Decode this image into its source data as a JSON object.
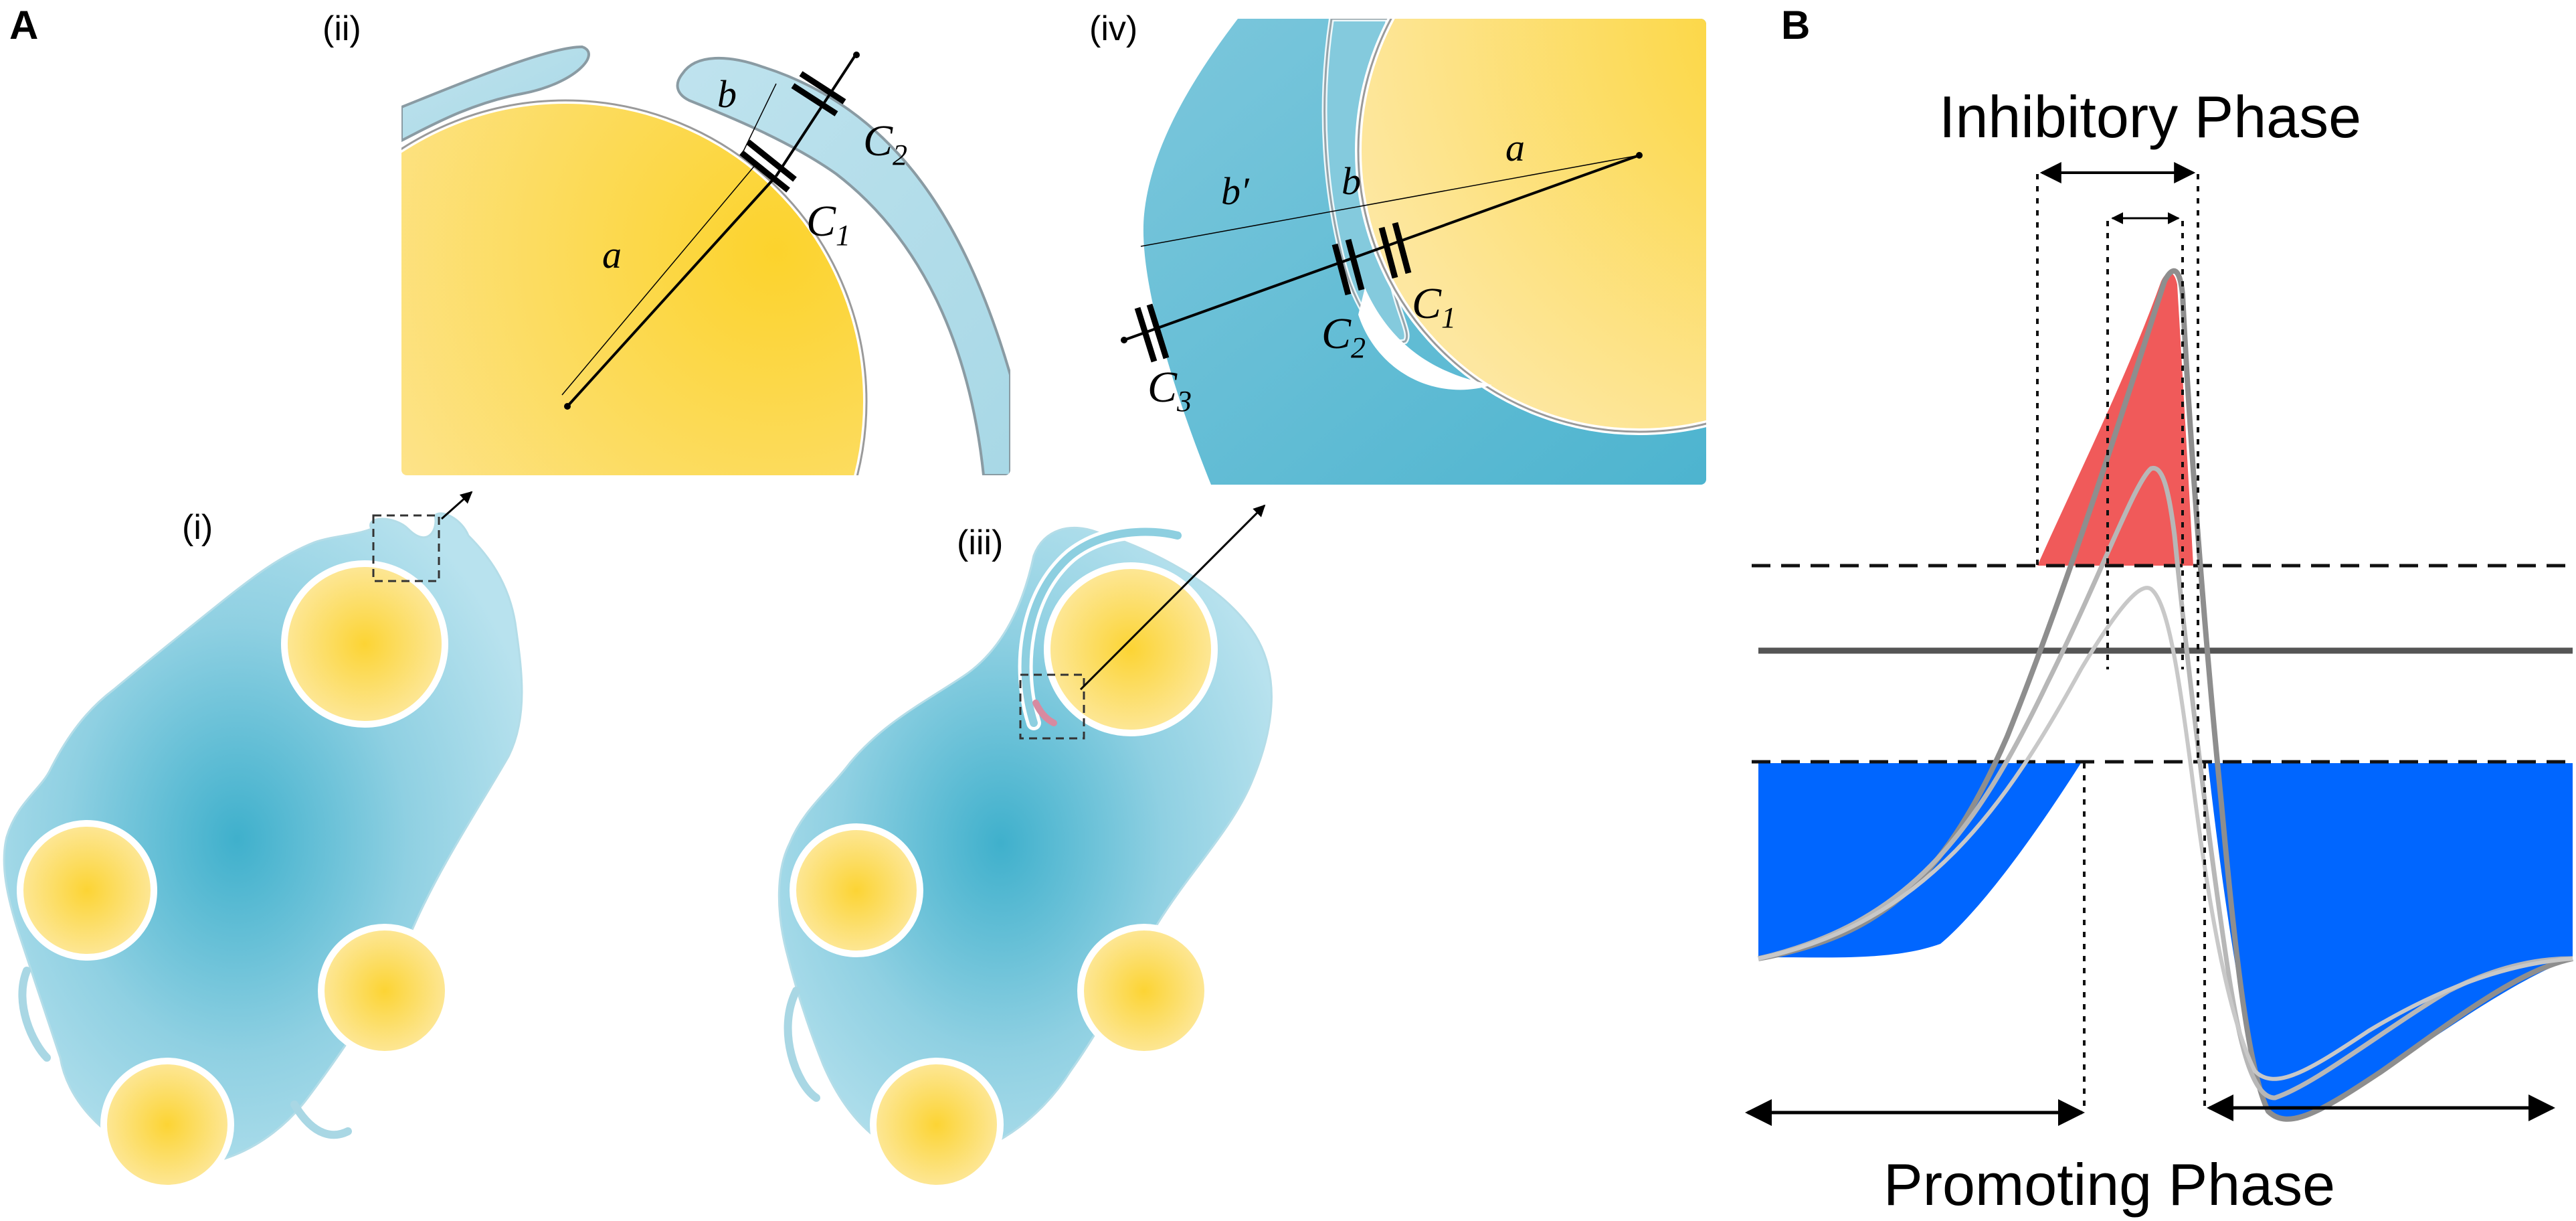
{
  "panel_a": {
    "letter": "A",
    "sub_i": "(i)",
    "sub_ii": "(ii)",
    "sub_iii": "(iii)",
    "sub_iv": "(iv)",
    "ii_a": "a",
    "ii_b": "b",
    "ii_c1": "C",
    "ii_c1_sub": "1",
    "ii_c2": "C",
    "ii_c2_sub": "2",
    "iv_a": "a",
    "iv_b": "b",
    "iv_bprime": "b′",
    "iv_c1": "C",
    "iv_c1_sub": "1",
    "iv_c2": "C",
    "iv_c2_sub": "2",
    "iv_c3": "C",
    "iv_c3_sub": "3"
  },
  "panel_b": {
    "letter": "B",
    "inhibitory_label": "Inhibitory Phase",
    "promoting_label": "Promoting Phase"
  },
  "colors": {
    "cell_blue": "#8ccfe0",
    "cell_blue_dark": "#35a9c7",
    "nucleus_yellow": "#fbd948",
    "inhibitory_red": "#f05a5a",
    "promoting_blue": "#0066ff",
    "baseline": "#555555"
  }
}
